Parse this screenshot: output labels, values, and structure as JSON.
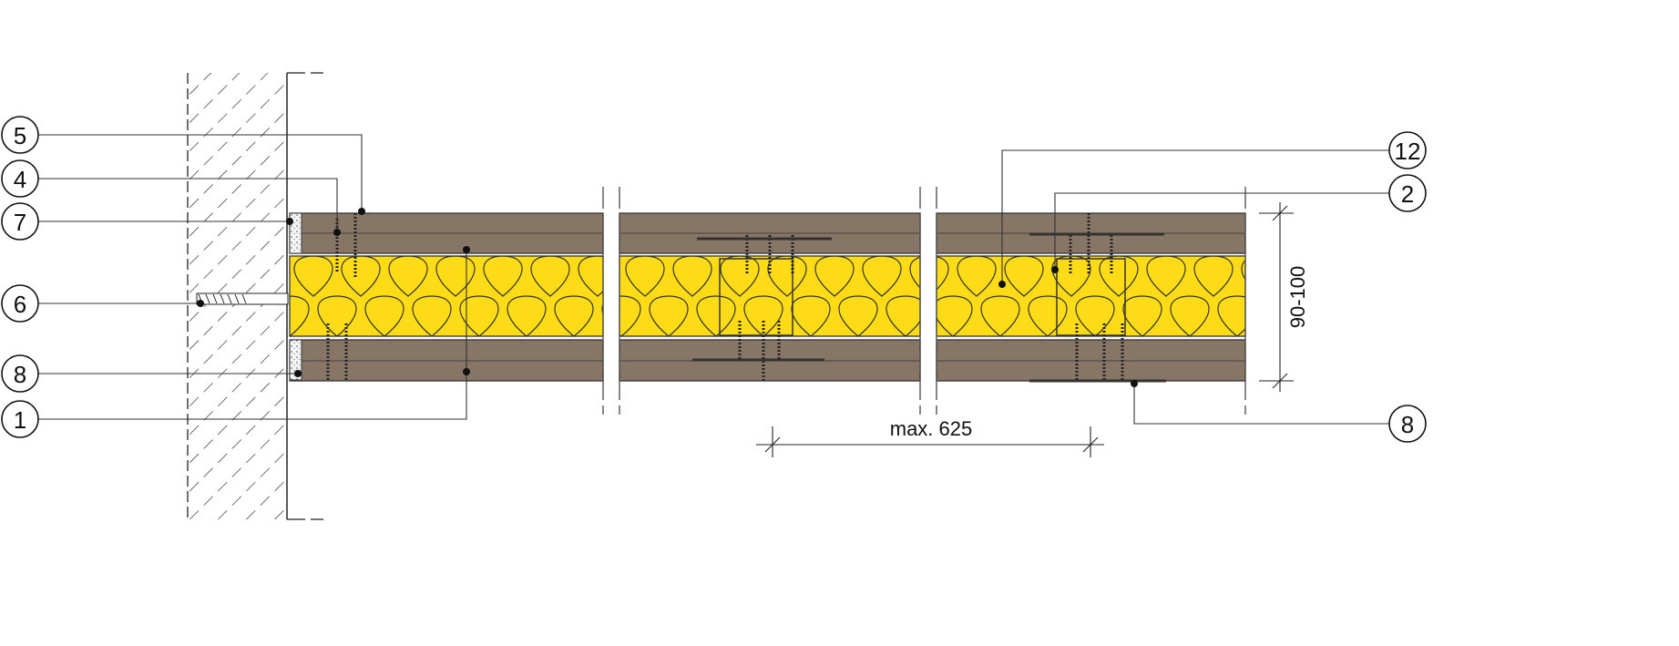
{
  "callouts_left": [
    "5",
    "4",
    "7",
    "6",
    "8",
    "1"
  ],
  "callouts_right": [
    "12",
    "2",
    "8"
  ],
  "dimensions": {
    "spacing": "max. 625",
    "thickness": "90-100"
  },
  "colors": {
    "board": "#877565",
    "insulation": "#fddc17",
    "line": "#222222"
  }
}
